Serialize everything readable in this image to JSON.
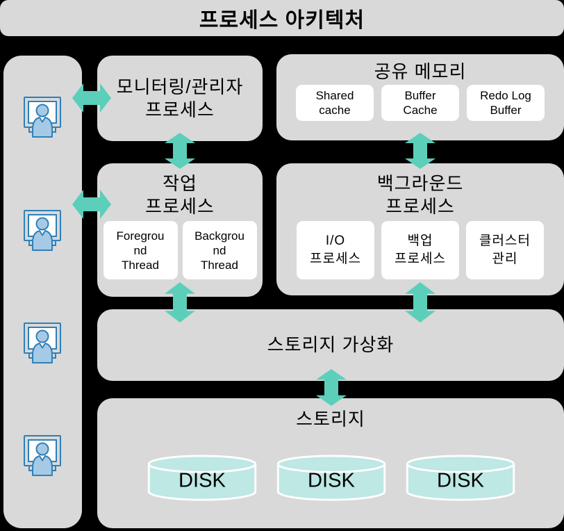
{
  "title": "프로세스 아키텍처",
  "palette": {
    "background": "#000000",
    "panel": "#D9D9D9",
    "card": "#FFFFFF",
    "arrow": "#5BCFB9",
    "disk_fill": "#BDE8E4",
    "disk_border": "#FFFFFF",
    "person_fill": "#A6C9E5",
    "person_stroke": "#2E80B9",
    "text": "#000000"
  },
  "clients_panel": {
    "icons": [
      {
        "name": "user-terminal-icon"
      },
      {
        "name": "user-terminal-icon"
      },
      {
        "name": "user-terminal-icon"
      },
      {
        "name": "user-terminal-icon"
      }
    ]
  },
  "boxes": {
    "monitoring": {
      "title_lines": [
        "모니터링/관리자",
        "프로세스"
      ]
    },
    "shared_memory": {
      "title": "공유 메모리",
      "cards": [
        {
          "lines": [
            "Shared",
            "cache"
          ]
        },
        {
          "lines": [
            "Buffer",
            "Cache"
          ]
        },
        {
          "lines": [
            "Redo Log",
            "Buffer"
          ]
        }
      ]
    },
    "work": {
      "title_lines": [
        "작업",
        "프로세스"
      ],
      "cards": [
        {
          "lines": [
            "Foregrou",
            "nd",
            "Thread"
          ]
        },
        {
          "lines": [
            "Backgrou",
            "nd",
            "Thread"
          ]
        }
      ]
    },
    "background_process": {
      "title_lines": [
        "백그라운드",
        "프로세스"
      ],
      "cards": [
        {
          "lines": [
            "I/O",
            "프로세스"
          ]
        },
        {
          "lines": [
            "백업",
            "프로세스"
          ]
        },
        {
          "lines": [
            "클러스터",
            "관리"
          ]
        }
      ]
    },
    "storage_virtualization": {
      "title": "스토리지 가상화"
    },
    "storage": {
      "title": "스토리지",
      "disks": [
        "DISK",
        "DISK",
        "DISK"
      ]
    }
  }
}
